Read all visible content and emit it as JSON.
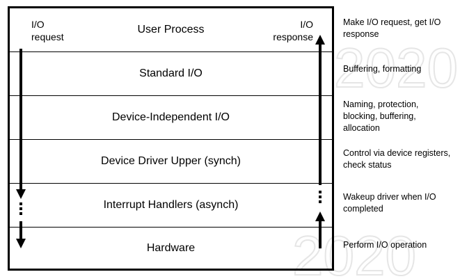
{
  "layers": [
    {
      "label": "User Process"
    },
    {
      "label": "Standard I/O"
    },
    {
      "label": "Device-Independent I/O"
    },
    {
      "label": "Device Driver Upper (synch)"
    },
    {
      "label": "Interrupt Handlers (asynch)"
    },
    {
      "label": "Hardware"
    }
  ],
  "arrows": {
    "request_label_1": "I/O",
    "request_label_2": "request",
    "response_label_1": "I/O",
    "response_label_2": "response"
  },
  "notes": [
    "Make I/O request, get I/O response",
    "Buffering, formatting",
    "Naming, protection, blocking, buffering, allocation",
    "Control via device registers, check status",
    "Wakeup driver when I/O completed",
    "Perform I/O operation"
  ],
  "watermark": "2020"
}
